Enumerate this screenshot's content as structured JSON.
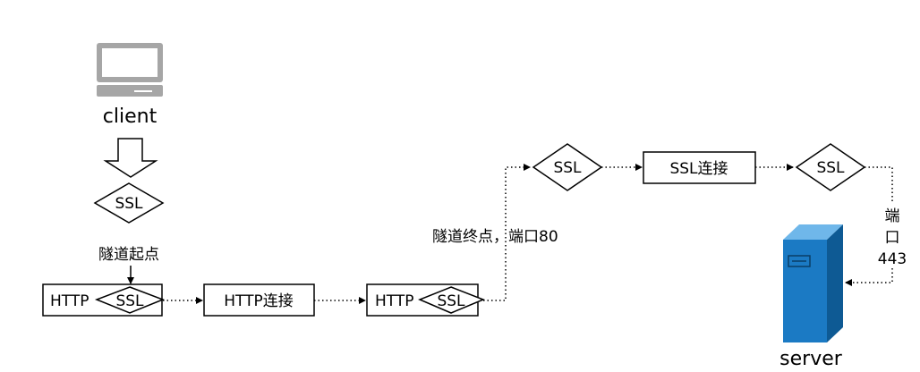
{
  "nodes": {
    "client": "client",
    "ssl_start": "SSL",
    "tunnel_start": "隧道起点",
    "http_box_1": "HTTP",
    "http_box_1_ssl": "SSL",
    "http_connect": "HTTP连接",
    "http_box_2": "HTTP",
    "http_box_2_ssl": "SSL",
    "tunnel_end": "隧道终点，端口80",
    "ssl_mid": "SSL",
    "ssl_connect": "SSL连接",
    "ssl_end": "SSL",
    "port_443": [
      "端",
      "口",
      "443"
    ],
    "server": "server"
  },
  "icons": {
    "client": "laptop-icon",
    "server": "server-tower-icon"
  },
  "colors": {
    "server_blue": "#1b7ac4",
    "laptop_gray": "#a6a6a6"
  }
}
